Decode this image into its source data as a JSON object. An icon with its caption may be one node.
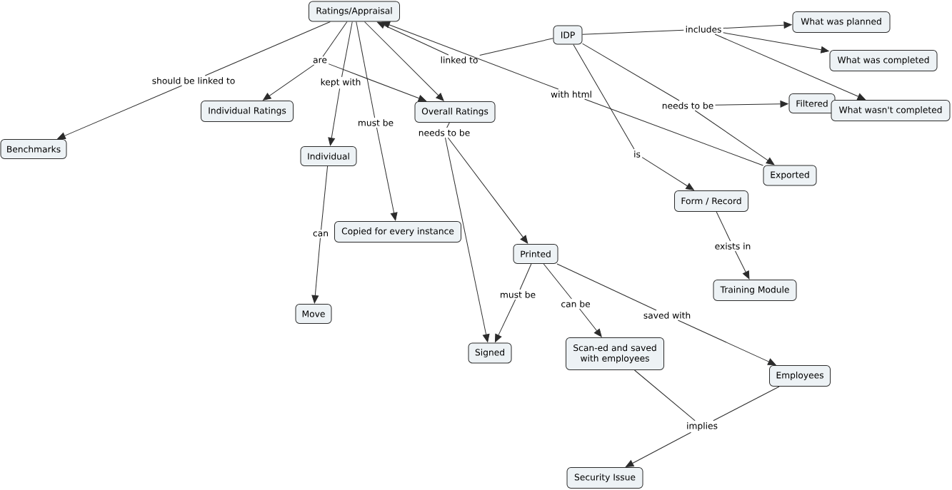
{
  "diagram": {
    "nodes": [
      {
        "text": [
          "Ratings/Appraisal"
        ]
      },
      {
        "text": [
          "What was planned"
        ]
      },
      {
        "text": [
          "includes"
        ]
      },
      {
        "text": [
          "IDP"
        ]
      },
      {
        "text": [
          "linked to"
        ]
      },
      {
        "text": [
          "are"
        ]
      },
      {
        "text": [
          "What was completed"
        ]
      },
      {
        "text": [
          "should be linked to"
        ]
      },
      {
        "text": [
          "kept with"
        ]
      },
      {
        "text": [
          "with html"
        ]
      },
      {
        "text": [
          "Filtered"
        ]
      },
      {
        "text": [
          "needs to be"
        ]
      },
      {
        "text": [
          "What wasn't completed"
        ]
      },
      {
        "text": [
          "Individual Ratings"
        ]
      },
      {
        "text": [
          "Overall Ratings"
        ]
      },
      {
        "text": [
          "must be"
        ]
      },
      {
        "text": [
          "needs to be"
        ]
      },
      {
        "text": [
          "Benchmarks"
        ]
      },
      {
        "text": [
          "is"
        ]
      },
      {
        "text": [
          "Individual"
        ]
      },
      {
        "text": [
          "Exported"
        ]
      },
      {
        "text": [
          "Form / Record"
        ]
      },
      {
        "text": [
          "Copied for every instance"
        ]
      },
      {
        "text": [
          "can"
        ]
      },
      {
        "text": [
          "exists in"
        ]
      },
      {
        "text": [
          "Printed"
        ]
      },
      {
        "text": [
          "Training Module"
        ]
      },
      {
        "text": [
          "must be"
        ]
      },
      {
        "text": [
          "can be"
        ]
      },
      {
        "text": [
          "Move"
        ]
      },
      {
        "text": [
          "saved with"
        ]
      },
      {
        "text": [
          "Signed"
        ]
      },
      {
        "text": [
          "Scan-ed and saved with employees"
        ]
      },
      {
        "text": [
          "Employees"
        ]
      },
      {
        "text": [
          "implies"
        ]
      },
      {
        "text": [
          "Security Issue"
        ]
      }
    ],
    "edges": [
      {
        "from": 0,
        "to": 7,
        "arrow": "none"
      },
      {
        "from": 7,
        "to": 17,
        "arrow": "to"
      },
      {
        "from": 0,
        "to": 5,
        "arrow": "none"
      },
      {
        "from": 5,
        "to": 13,
        "arrow": "to"
      },
      {
        "from": 5,
        "to": 14,
        "arrow": "to"
      },
      {
        "from": 0,
        "to": 14,
        "arrow": "to"
      },
      {
        "from": 0,
        "to": 8,
        "arrow": "none"
      },
      {
        "from": 8,
        "to": 19,
        "arrow": "to"
      },
      {
        "from": 0,
        "to": 15,
        "arrow": "none"
      },
      {
        "from": 15,
        "to": 22,
        "arrow": "to"
      },
      {
        "from": 14,
        "to": 16,
        "arrow": "none"
      },
      {
        "from": 16,
        "to": 25,
        "arrow": "to"
      },
      {
        "from": 16,
        "to": 31,
        "arrow": "to"
      },
      {
        "from": 3,
        "to": 4,
        "arrow": "none"
      },
      {
        "from": 4,
        "to": 0,
        "arrow": "to"
      },
      {
        "from": 20,
        "to": 9,
        "arrow": "none"
      },
      {
        "from": 9,
        "to": 0,
        "arrow": "to"
      },
      {
        "from": 3,
        "to": 2,
        "arrow": "none"
      },
      {
        "from": 2,
        "to": 1,
        "arrow": "to"
      },
      {
        "from": 2,
        "to": 6,
        "arrow": "to"
      },
      {
        "from": 2,
        "to": 12,
        "arrow": "to"
      },
      {
        "from": 3,
        "to": 11,
        "arrow": "none"
      },
      {
        "from": 11,
        "to": 10,
        "arrow": "to"
      },
      {
        "from": 11,
        "to": 20,
        "arrow": "to"
      },
      {
        "from": 3,
        "to": 18,
        "arrow": "none"
      },
      {
        "from": 18,
        "to": 21,
        "arrow": "to"
      },
      {
        "from": 21,
        "to": 24,
        "arrow": "none"
      },
      {
        "from": 24,
        "to": 26,
        "arrow": "to"
      },
      {
        "from": 19,
        "to": 23,
        "arrow": "none"
      },
      {
        "from": 23,
        "to": 29,
        "arrow": "to"
      },
      {
        "from": 25,
        "to": 27,
        "arrow": "none"
      },
      {
        "from": 27,
        "to": 31,
        "arrow": "to"
      },
      {
        "from": 25,
        "to": 28,
        "arrow": "none"
      },
      {
        "from": 28,
        "to": 32,
        "arrow": "to"
      },
      {
        "from": 25,
        "to": 30,
        "arrow": "none"
      },
      {
        "from": 30,
        "to": 33,
        "arrow": "to"
      },
      {
        "from": 32,
        "to": 34,
        "arrow": "none"
      },
      {
        "from": 33,
        "to": 34,
        "arrow": "none"
      },
      {
        "from": 34,
        "to": 35,
        "arrow": "to"
      }
    ]
  }
}
